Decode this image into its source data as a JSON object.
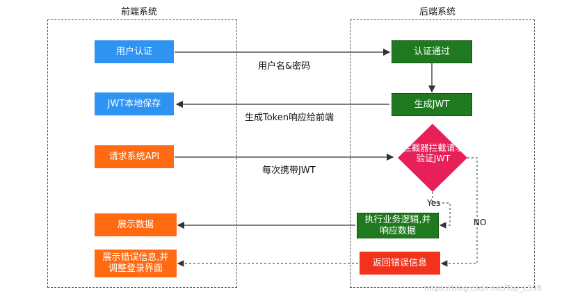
{
  "frontend": {
    "title": "前端系统",
    "nodes": {
      "user_auth": "用户认证",
      "jwt_save": "JWT本地保存",
      "request_api": "请求系统API",
      "show_data": "展示数据",
      "show_error_line1": "展示错误信息,并",
      "show_error_line2": "调整登录界面"
    }
  },
  "backend": {
    "title": "后端系统",
    "nodes": {
      "auth_pass": "认证通过",
      "gen_jwt": "生成JWT",
      "interceptor_line1": "拦截器拦截请求",
      "interceptor_line2": "验证JWT",
      "exec_logic_line1": "执行业务逻辑,并",
      "exec_logic_line2": "响应数据",
      "return_error": "返回错误信息"
    }
  },
  "edges": {
    "username_pwd": "用户名&密码",
    "token_response": "生成Token响应给前端",
    "carry_jwt": "每次携带JWT",
    "yes": "Yes",
    "no": "NO"
  },
  "watermark": "https://blog.csdn.net/Top_L398",
  "colors": {
    "blue": "#2f93f2",
    "orange": "#ff6a13",
    "green": "#1f7a1f",
    "red": "#f1331c",
    "diamond": "#e8205a"
  }
}
